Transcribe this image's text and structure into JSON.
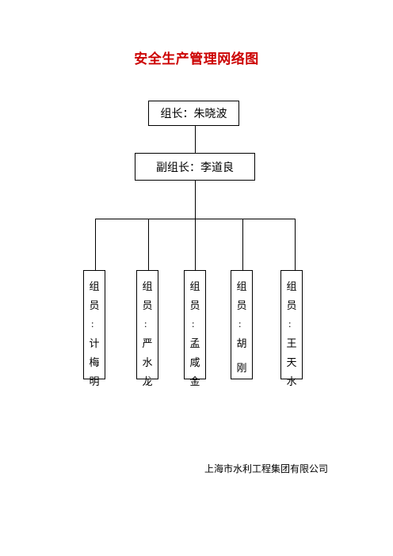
{
  "title": "安全生产管理网络图",
  "leader": {
    "label": "组长：朱晓波"
  },
  "deputy": {
    "label": "副组长：李道良"
  },
  "members": [
    {
      "chars": [
        "组",
        "员",
        "：",
        "计",
        "梅",
        "明"
      ]
    },
    {
      "chars": [
        "组",
        "员",
        "：",
        "严",
        "水",
        "龙"
      ]
    },
    {
      "chars": [
        "组",
        "员",
        "：",
        "孟",
        "咸",
        "金"
      ]
    },
    {
      "chars": [
        "组",
        "员",
        "：",
        "胡",
        "",
        "刚"
      ]
    },
    {
      "chars": [
        "组",
        "员",
        "：",
        "王",
        "天",
        "水"
      ]
    }
  ],
  "footer": "上海市水利工程集团有限公司"
}
